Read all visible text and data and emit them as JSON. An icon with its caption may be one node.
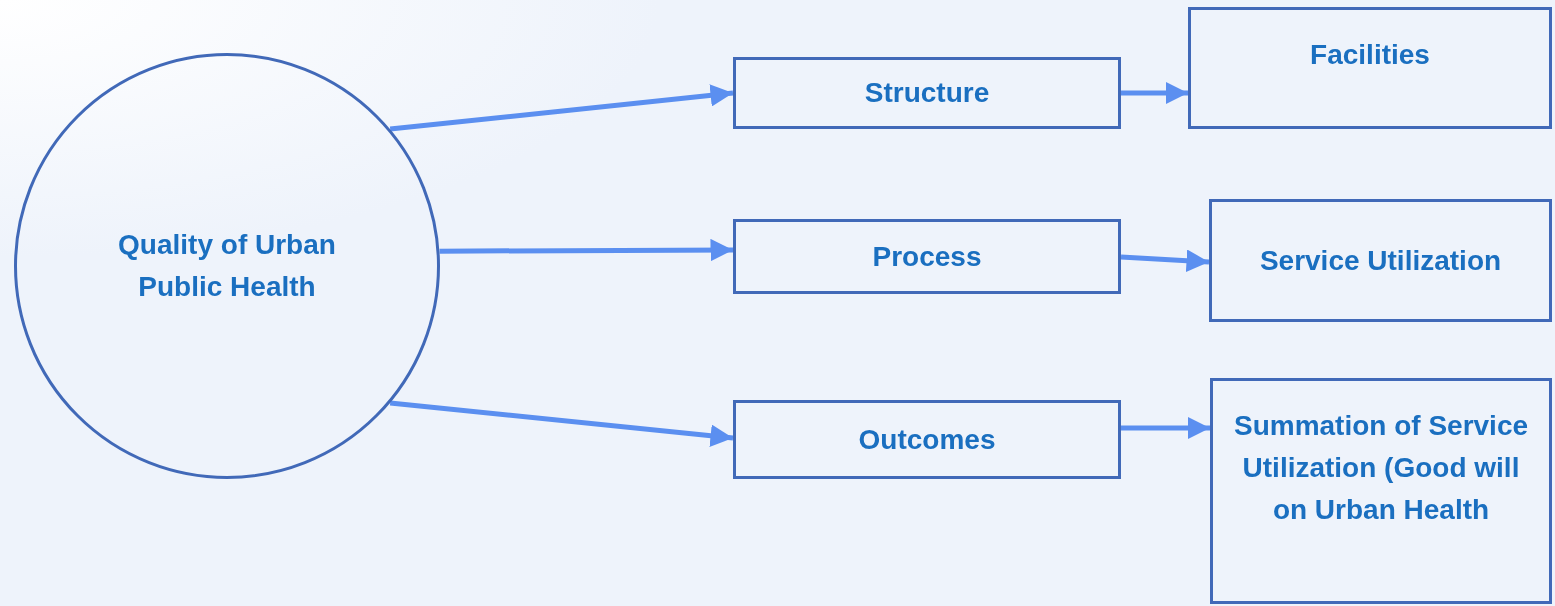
{
  "diagram": {
    "nodes": [
      {
        "text": [
          "Quality of Urban Public Health"
        ]
      },
      {
        "text": [
          "Structure"
        ]
      },
      {
        "text": [
          "Facilities"
        ]
      },
      {
        "text": [
          "Process"
        ]
      },
      {
        "text": [
          "Service Utilization"
        ]
      },
      {
        "text": [
          "Outcomes"
        ]
      },
      {
        "text": [
          "Summation of Service Utilization (Good will on Urban Health"
        ]
      }
    ],
    "edges": [
      {
        "from": 0,
        "to": 1,
        "arrow": "to"
      },
      {
        "from": 0,
        "to": 3,
        "arrow": "to"
      },
      {
        "from": 0,
        "to": 5,
        "arrow": "to"
      },
      {
        "from": 1,
        "to": 2,
        "arrow": "to"
      },
      {
        "from": 3,
        "to": 4,
        "arrow": "to"
      },
      {
        "from": 5,
        "to": 6,
        "arrow": "to"
      }
    ]
  }
}
